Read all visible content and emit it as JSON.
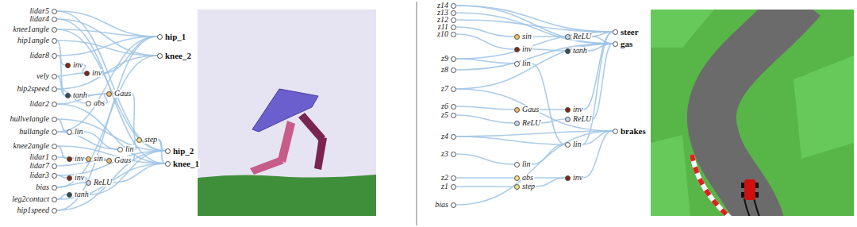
{
  "diagram": {
    "nodes": [
      {
        "text": [
          "lidar5"
        ]
      },
      {
        "text": [
          "lidar4"
        ]
      },
      {
        "text": [
          "knee1angle"
        ]
      },
      {
        "text": [
          "hip1angle"
        ]
      },
      {
        "text": [
          "lidar8"
        ]
      },
      {
        "text": [
          "vely"
        ]
      },
      {
        "text": [
          "hip2speed"
        ]
      },
      {
        "text": [
          "lidar2"
        ]
      },
      {
        "text": [
          "hullvelangle"
        ]
      },
      {
        "text": [
          "hullangle"
        ]
      },
      {
        "text": [
          "knee2angle"
        ]
      },
      {
        "text": [
          "lidar1"
        ]
      },
      {
        "text": [
          "lidar7"
        ]
      },
      {
        "text": [
          "lidar3"
        ]
      },
      {
        "text": [
          "bias"
        ]
      },
      {
        "text": [
          "leg2contact"
        ]
      },
      {
        "text": [
          "hip1speed"
        ]
      },
      {
        "text": [
          "inv"
        ]
      },
      {
        "text": [
          "inv"
        ]
      },
      {
        "text": [
          "tanh"
        ]
      },
      {
        "text": [
          "abs"
        ]
      },
      {
        "text": [
          "Gaus"
        ]
      },
      {
        "text": [
          "lin"
        ]
      },
      {
        "text": [
          "lin"
        ]
      },
      {
        "text": [
          "step"
        ]
      },
      {
        "text": [
          "inv"
        ]
      },
      {
        "text": [
          "sin"
        ]
      },
      {
        "text": [
          "Gaus"
        ]
      },
      {
        "text": [
          "inv"
        ]
      },
      {
        "text": [
          "ReLU"
        ]
      },
      {
        "text": [
          "tanh"
        ]
      },
      {
        "text": [
          "hip_1"
        ]
      },
      {
        "text": [
          "knee_2"
        ]
      },
      {
        "text": [
          "hip_2"
        ]
      },
      {
        "text": [
          "knee_1"
        ]
      },
      {
        "text": [
          "z14"
        ]
      },
      {
        "text": [
          "z13"
        ]
      },
      {
        "text": [
          "z12"
        ]
      },
      {
        "text": [
          "z11"
        ]
      },
      {
        "text": [
          "z10"
        ]
      },
      {
        "text": [
          "z9"
        ]
      },
      {
        "text": [
          "z8"
        ]
      },
      {
        "text": [
          "z7"
        ]
      },
      {
        "text": [
          "z6"
        ]
      },
      {
        "text": [
          "z5"
        ]
      },
      {
        "text": [
          "z4"
        ]
      },
      {
        "text": [
          "z3"
        ]
      },
      {
        "text": [
          "z2"
        ]
      },
      {
        "text": [
          "z1"
        ]
      },
      {
        "text": [
          "bias"
        ]
      },
      {
        "text": [
          "sin"
        ]
      },
      {
        "text": [
          "inv"
        ]
      },
      {
        "text": [
          "lin"
        ]
      },
      {
        "text": [
          "Gaus"
        ]
      },
      {
        "text": [
          "ReLU"
        ]
      },
      {
        "text": [
          "lin"
        ]
      },
      {
        "text": [
          "abs"
        ]
      },
      {
        "text": [
          "step"
        ]
      },
      {
        "text": [
          "ReLU"
        ]
      },
      {
        "text": [
          "tanh"
        ]
      },
      {
        "text": [
          "inv"
        ]
      },
      {
        "text": [
          "ReLU"
        ]
      },
      {
        "text": [
          "lin"
        ]
      },
      {
        "text": [
          "inv"
        ]
      },
      {
        "text": [
          "steer"
        ]
      },
      {
        "text": [
          "gas"
        ]
      },
      {
        "text": [
          "brakes"
        ]
      }
    ],
    "edges": [
      {
        "from": 0,
        "to": 31,
        "arrow": "none"
      },
      {
        "from": 0,
        "to": 33,
        "arrow": "none"
      },
      {
        "from": 1,
        "to": 32,
        "arrow": "none"
      },
      {
        "from": 1,
        "to": 34,
        "arrow": "none"
      },
      {
        "from": 2,
        "to": 31,
        "arrow": "none"
      },
      {
        "from": 2,
        "to": 33,
        "arrow": "none"
      },
      {
        "from": 3,
        "to": 32,
        "arrow": "none"
      },
      {
        "from": 3,
        "to": 19,
        "arrow": "none"
      },
      {
        "from": 4,
        "to": 17,
        "arrow": "none"
      },
      {
        "from": 4,
        "to": 31,
        "arrow": "none"
      },
      {
        "from": 5,
        "to": 18,
        "arrow": "none"
      },
      {
        "from": 5,
        "to": 19,
        "arrow": "none"
      },
      {
        "from": 6,
        "to": 20,
        "arrow": "none"
      },
      {
        "from": 6,
        "to": 32,
        "arrow": "none"
      },
      {
        "from": 7,
        "to": 21,
        "arrow": "none"
      },
      {
        "from": 7,
        "to": 34,
        "arrow": "none"
      },
      {
        "from": 8,
        "to": 22,
        "arrow": "none"
      },
      {
        "from": 8,
        "to": 33,
        "arrow": "none"
      },
      {
        "from": 9,
        "to": 23,
        "arrow": "none"
      },
      {
        "from": 9,
        "to": 31,
        "arrow": "none"
      },
      {
        "from": 10,
        "to": 25,
        "arrow": "none"
      },
      {
        "from": 10,
        "to": 34,
        "arrow": "none"
      },
      {
        "from": 11,
        "to": 26,
        "arrow": "none"
      },
      {
        "from": 12,
        "to": 27,
        "arrow": "none"
      },
      {
        "from": 13,
        "to": 28,
        "arrow": "none"
      },
      {
        "from": 13,
        "to": 33,
        "arrow": "none"
      },
      {
        "from": 14,
        "to": 29,
        "arrow": "none"
      },
      {
        "from": 14,
        "to": 32,
        "arrow": "none"
      },
      {
        "from": 15,
        "to": 30,
        "arrow": "none"
      },
      {
        "from": 15,
        "to": 34,
        "arrow": "none"
      },
      {
        "from": 16,
        "to": 33,
        "arrow": "none"
      },
      {
        "from": 16,
        "to": 31,
        "arrow": "none"
      },
      {
        "from": 17,
        "to": 18,
        "arrow": "none"
      },
      {
        "from": 18,
        "to": 31,
        "arrow": "none"
      },
      {
        "from": 19,
        "to": 21,
        "arrow": "none"
      },
      {
        "from": 20,
        "to": 21,
        "arrow": "none"
      },
      {
        "from": 21,
        "to": 24,
        "arrow": "none"
      },
      {
        "from": 22,
        "to": 23,
        "arrow": "none"
      },
      {
        "from": 23,
        "to": 24,
        "arrow": "none"
      },
      {
        "from": 24,
        "to": 33,
        "arrow": "none"
      },
      {
        "from": 24,
        "to": 34,
        "arrow": "none"
      },
      {
        "from": 25,
        "to": 26,
        "arrow": "none"
      },
      {
        "from": 26,
        "to": 27,
        "arrow": "none"
      },
      {
        "from": 27,
        "to": 24,
        "arrow": "none"
      },
      {
        "from": 28,
        "to": 29,
        "arrow": "none"
      },
      {
        "from": 29,
        "to": 34,
        "arrow": "none"
      },
      {
        "from": 30,
        "to": 33,
        "arrow": "none"
      },
      {
        "from": 35,
        "to": 64,
        "arrow": "none"
      },
      {
        "from": 36,
        "to": 65,
        "arrow": "none"
      },
      {
        "from": 37,
        "to": 64,
        "arrow": "none"
      },
      {
        "from": 38,
        "to": 50,
        "arrow": "none"
      },
      {
        "from": 39,
        "to": 51,
        "arrow": "none"
      },
      {
        "from": 40,
        "to": 52,
        "arrow": "none"
      },
      {
        "from": 41,
        "to": 65,
        "arrow": "none"
      },
      {
        "from": 42,
        "to": 66,
        "arrow": "none"
      },
      {
        "from": 43,
        "to": 53,
        "arrow": "none"
      },
      {
        "from": 44,
        "to": 54,
        "arrow": "none"
      },
      {
        "from": 45,
        "to": 62,
        "arrow": "none"
      },
      {
        "from": 46,
        "to": 55,
        "arrow": "none"
      },
      {
        "from": 47,
        "to": 56,
        "arrow": "none"
      },
      {
        "from": 48,
        "to": 57,
        "arrow": "none"
      },
      {
        "from": 49,
        "to": 66,
        "arrow": "none"
      },
      {
        "from": 35,
        "to": 65,
        "arrow": "none"
      },
      {
        "from": 40,
        "to": 64,
        "arrow": "none"
      },
      {
        "from": 42,
        "to": 65,
        "arrow": "none"
      },
      {
        "from": 45,
        "to": 66,
        "arrow": "none"
      },
      {
        "from": 50,
        "to": 58,
        "arrow": "none"
      },
      {
        "from": 51,
        "to": 59,
        "arrow": "none"
      },
      {
        "from": 52,
        "to": 62,
        "arrow": "none"
      },
      {
        "from": 53,
        "to": 60,
        "arrow": "none"
      },
      {
        "from": 54,
        "to": 61,
        "arrow": "none"
      },
      {
        "from": 55,
        "to": 62,
        "arrow": "none"
      },
      {
        "from": 56,
        "to": 63,
        "arrow": "none"
      },
      {
        "from": 57,
        "to": 63,
        "arrow": "none"
      },
      {
        "from": 58,
        "to": 64,
        "arrow": "none"
      },
      {
        "from": 59,
        "to": 65,
        "arrow": "none"
      },
      {
        "from": 60,
        "to": 64,
        "arrow": "none"
      },
      {
        "from": 61,
        "to": 65,
        "arrow": "none"
      },
      {
        "from": 62,
        "to": 66,
        "arrow": "none"
      },
      {
        "from": 63,
        "to": 66,
        "arrow": "none"
      },
      {
        "from": 58,
        "to": 65,
        "arrow": "none"
      },
      {
        "from": 62,
        "to": 64,
        "arrow": "none"
      }
    ]
  }
}
